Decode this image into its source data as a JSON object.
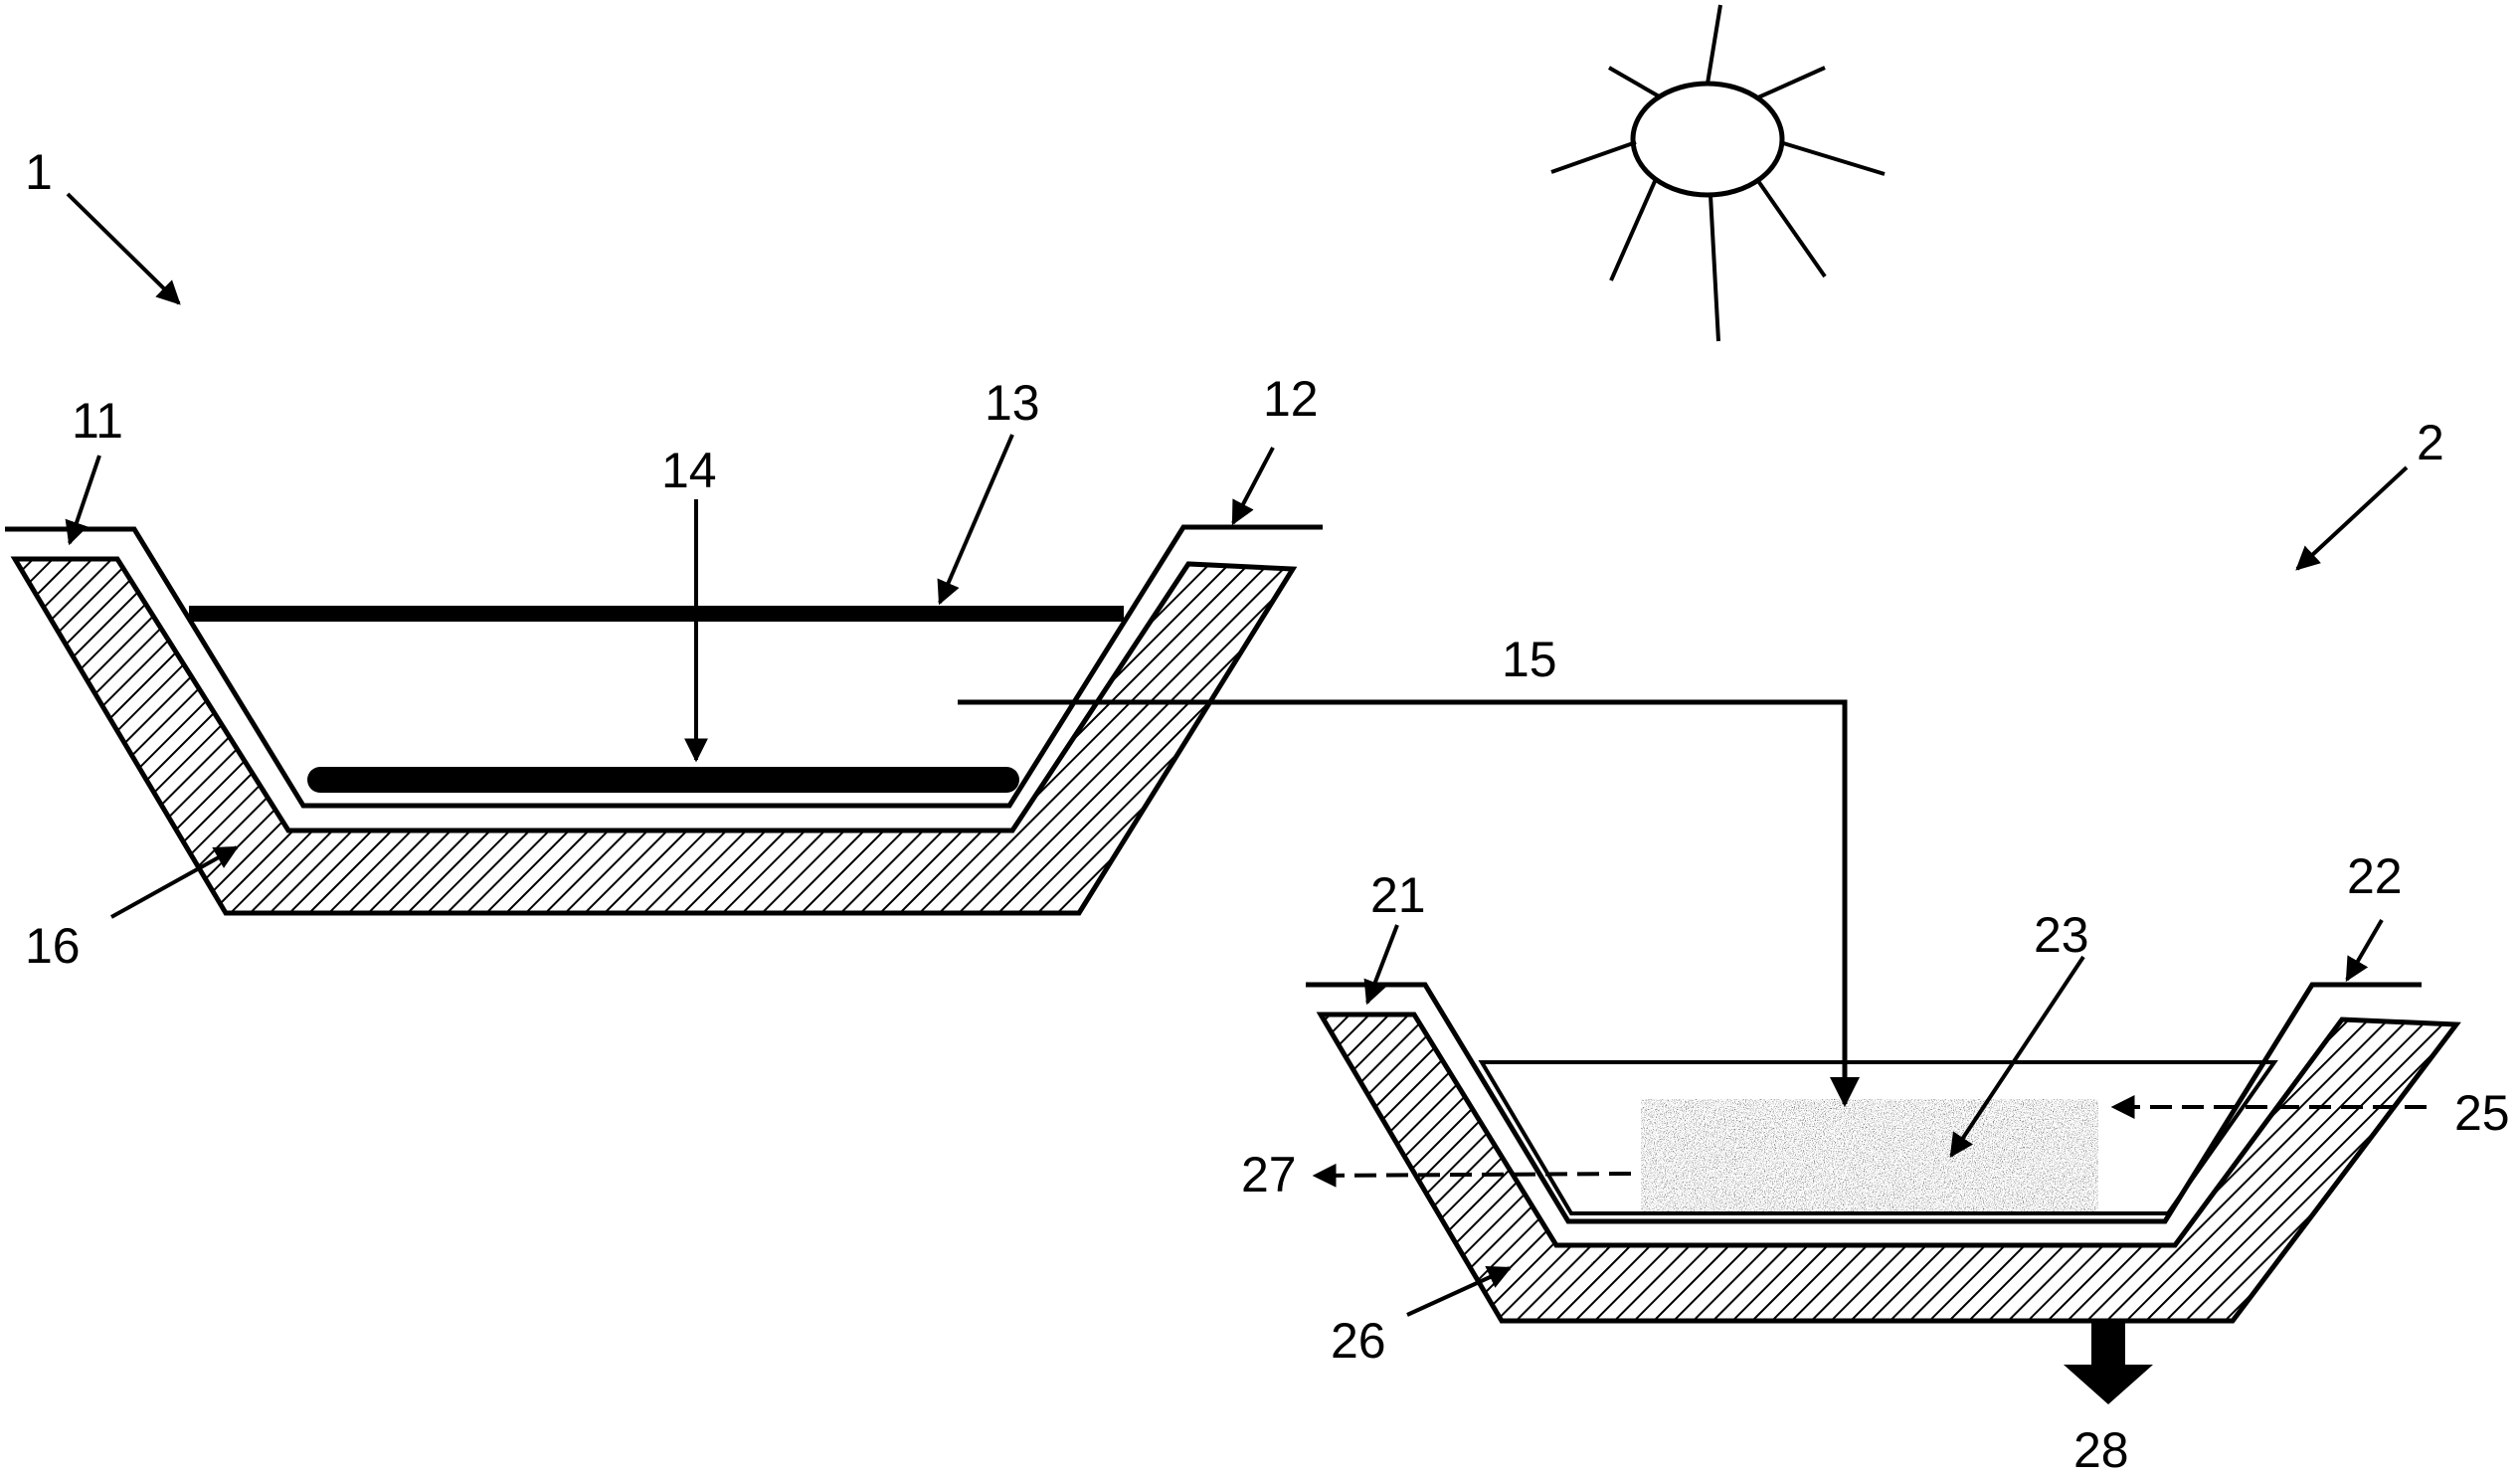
{
  "labels": {
    "system_1": "1",
    "system_2": "2",
    "ref_11": "11",
    "ref_12": "12",
    "ref_13": "13",
    "ref_14": "14",
    "ref_15": "15",
    "ref_16": "16",
    "ref_21": "21",
    "ref_22": "22",
    "ref_23": "23",
    "ref_25": "25",
    "ref_26": "26",
    "ref_27": "27",
    "ref_28": "28"
  },
  "colors": {
    "line": "#000000",
    "background": "#ffffff"
  },
  "icons": {
    "sun": "sun-icon"
  }
}
